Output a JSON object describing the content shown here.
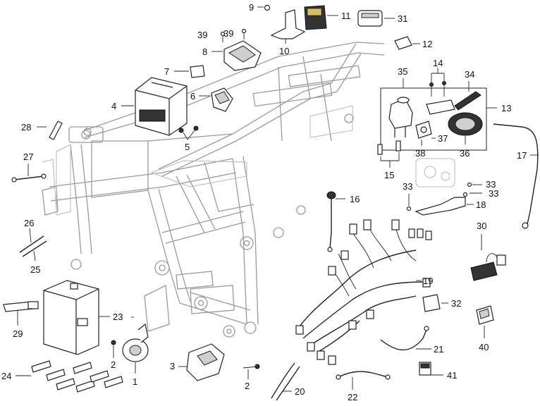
{
  "diagram": {
    "callouts": {
      "c1": "1",
      "c2a": "2",
      "c2b": "2",
      "c3": "3",
      "c4": "4",
      "c5": "5",
      "c6": "6",
      "c7": "7",
      "c8": "8",
      "c9": "9",
      "c10": "10",
      "c11": "11",
      "c12": "12",
      "c13": "13",
      "c14": "14",
      "c15": "15",
      "c16": "16",
      "c17": "17",
      "c18": "18",
      "c19": "19",
      "c20": "20",
      "c21": "21",
      "c22": "22",
      "c23": "23",
      "c24": "24",
      "c25": "25",
      "c26": "26",
      "c27": "27",
      "c28": "28",
      "c29": "29",
      "c30": "30",
      "c31": "31",
      "c32": "32",
      "c33a": "33",
      "c33b": "33",
      "c33c": "33",
      "c34": "34",
      "c35": "35",
      "c36": "36",
      "c37": "37",
      "c38": "38",
      "c39a": "39",
      "c39b": "39",
      "c40": "40",
      "c41": "41"
    }
  }
}
